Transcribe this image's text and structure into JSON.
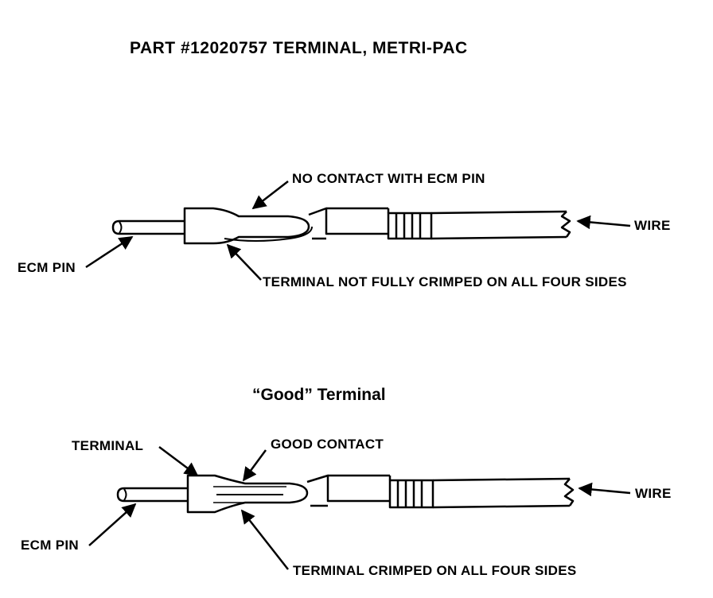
{
  "title": "PART #12020757 TERMINAL, METRI-PAC",
  "bad_diagram": {
    "no_contact_label": "NO CONTACT WITH ECM PIN",
    "wire_label": "WIRE",
    "ecm_pin_label": "ECM PIN",
    "not_crimped_label": "TERMINAL NOT FULLY CRIMPED ON ALL FOUR SIDES"
  },
  "good_heading": "“Good” Terminal",
  "good_diagram": {
    "terminal_label": "TERMINAL",
    "good_contact_label": "GOOD CONTACT",
    "wire_label": "WIRE",
    "ecm_pin_label": "ECM PIN",
    "crimped_label": "TERMINAL CRIMPED ON ALL FOUR SIDES"
  }
}
